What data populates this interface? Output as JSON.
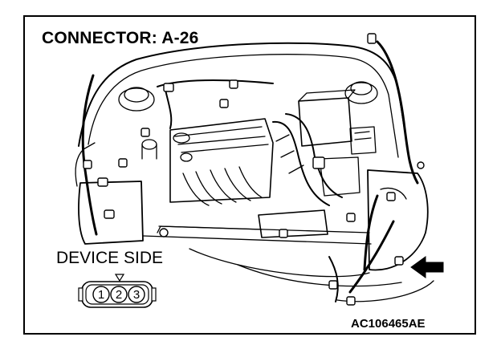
{
  "title": "CONNECTOR: A-26",
  "device_side_label": "DEVICE SIDE",
  "connector": {
    "pins": [
      "1",
      "2",
      "3"
    ]
  },
  "figure_id": "AC106465AE",
  "colors": {
    "line": "#000000",
    "background": "#ffffff"
  }
}
